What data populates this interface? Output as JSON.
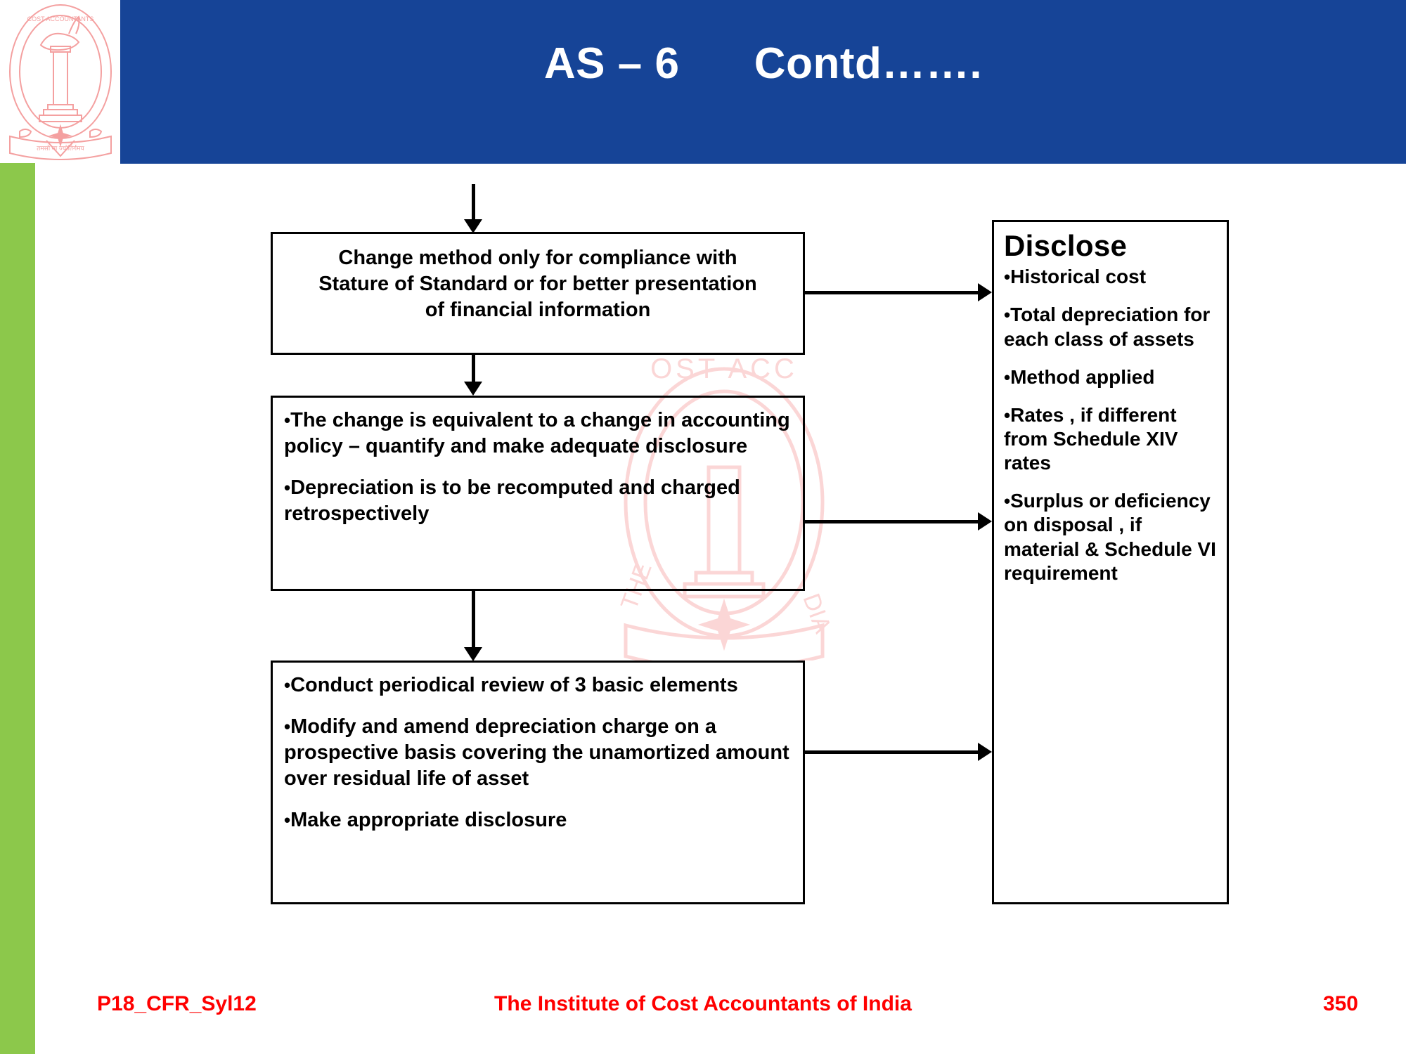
{
  "header": {
    "title": "AS – 6      Contd…….",
    "background_color": "#164497",
    "title_color": "#ffffff"
  },
  "sidebar": {
    "accent_color": "#8CC84B"
  },
  "logo": {
    "name": "institute-of-cost-accountants-of-india-emblem",
    "outer_text": "THE INSTITUTE OF COST ACCOUNTANTS OF INDIA",
    "motto": "तमसो मा ज्योतिर्गमय",
    "color": "#F4A0A0"
  },
  "watermark": {
    "name": "institute-seal-watermark",
    "color": "#FBD6D6"
  },
  "flow": {
    "box1": {
      "lines": [
        "Change method only for compliance with",
        "Stature of Standard or for better presentation",
        "of financial information"
      ]
    },
    "box2": {
      "bullets": [
        "The change is equivalent to a change in accounting policy – quantify and make adequate disclosure",
        "Depreciation is to be recomputed and charged retrospectively"
      ]
    },
    "box3": {
      "bullets": [
        "Conduct periodical review of 3 basic elements",
        "Modify and amend depreciation charge on a prospective basis covering the unamortized amount over residual life of asset",
        "Make appropriate disclosure"
      ]
    },
    "disclose": {
      "heading": "Disclose",
      "bullets": [
        "Historical cost",
        "Total depreciation for each class of assets",
        "Method applied",
        "Rates , if different from Schedule XIV rates",
        "Surplus or deficiency on disposal , if material & Schedule VI requirement"
      ]
    },
    "bullet_char": "•"
  },
  "footer": {
    "code": "P18_CFR_Syl12",
    "institute": "The Institute of Cost Accountants of India",
    "page": "350",
    "color": "#FF0000"
  }
}
